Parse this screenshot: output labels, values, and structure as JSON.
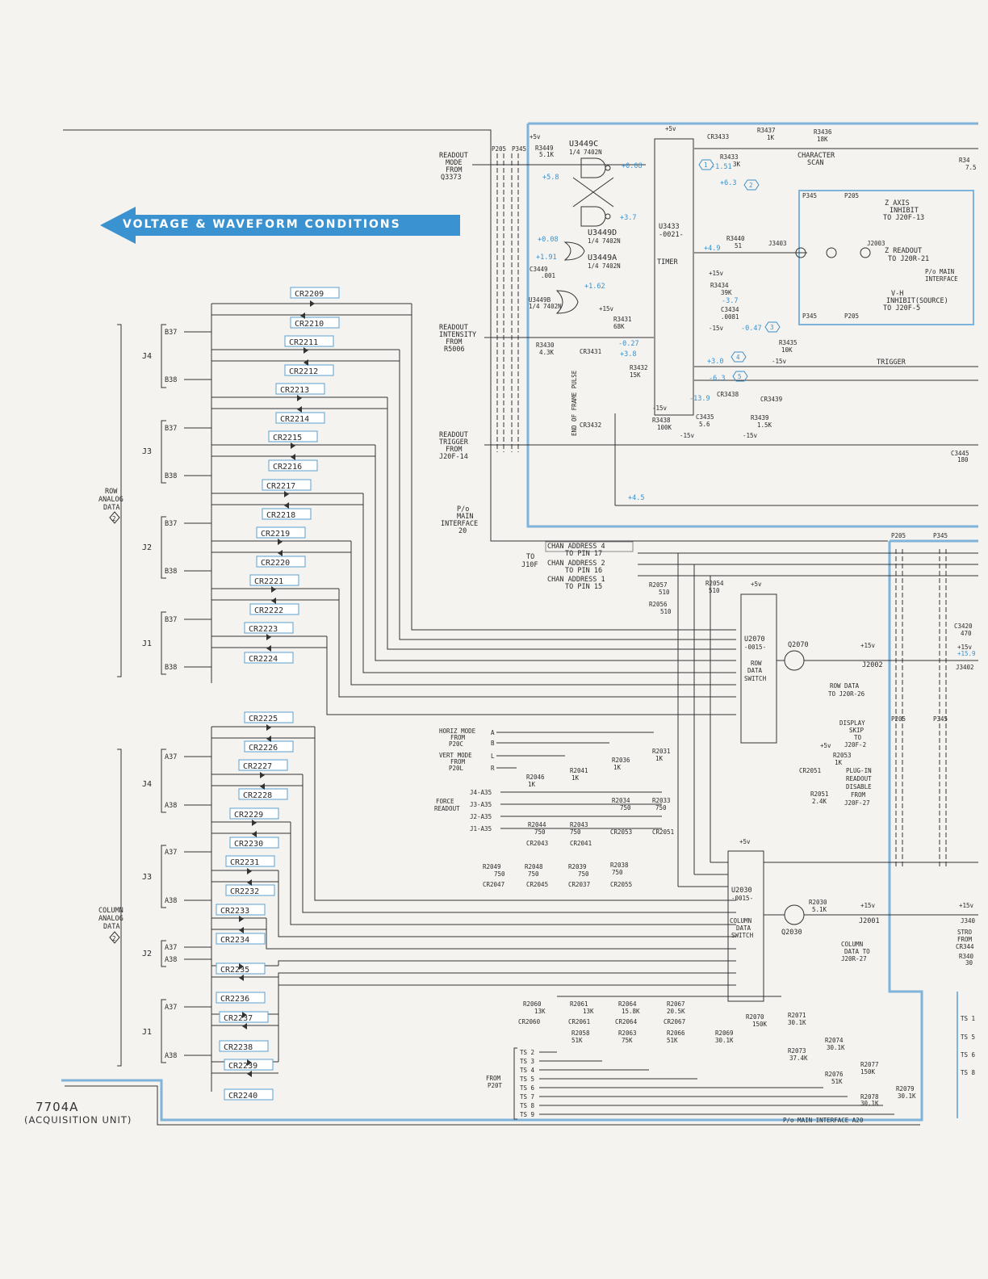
{
  "banner": "VOLTAGE & WAVEFORM CONDITIONS",
  "footer": {
    "model": "7704A",
    "unit": "(ACQUISITION UNIT)"
  },
  "left_labels": {
    "row_analog": [
      "ROW",
      "ANALOG",
      "DATA"
    ],
    "col_analog": [
      "COLUMN",
      "ANALOG",
      "DATA"
    ],
    "ref2": "2",
    "j_row": [
      "J4",
      "J3",
      "J2",
      "J1"
    ],
    "j_col": [
      "J4",
      "J3",
      "J2",
      "J1"
    ],
    "b37": "B37",
    "b38": "B38",
    "a37": "A37",
    "a38": "A38"
  },
  "row_diodes": [
    "CR2209",
    "CR2210",
    "CR2211",
    "CR2212",
    "CR2213",
    "CR2214",
    "CR2215",
    "CR2216",
    "CR2217",
    "CR2218",
    "CR2219",
    "CR2220",
    "CR2221",
    "CR2222",
    "CR2223",
    "CR2224"
  ],
  "col_diodes": [
    "CR2225",
    "CR2226",
    "CR2227",
    "CR2228",
    "CR2229",
    "CR2230",
    "CR2231",
    "CR2232",
    "CR2233",
    "CR2234",
    "CR2235",
    "CR2236",
    "CR2237",
    "CR2238",
    "CR2239",
    "CR2240"
  ],
  "top": {
    "readout_mode": [
      "READOUT",
      "MODE",
      "FROM",
      "Q3373"
    ],
    "readout_intensity": [
      "READOUT",
      "INTENSITY",
      "FROM",
      "R5006"
    ],
    "readout_trigger": [
      "READOUT",
      "TRIGGER",
      "FROM",
      "J20F-14"
    ],
    "main_interface": [
      "P/o",
      "MAIN",
      "INTERFACE",
      "20"
    ],
    "end_of_frame": "END OF FRAME PULSE",
    "p205": "P205",
    "p345": "P345",
    "u3449c": [
      "U3449C",
      "1/4 7402N"
    ],
    "u3449d": [
      "U3449D",
      "1/4 7402N"
    ],
    "u3449a": [
      "U3449A",
      "1/4 7402N"
    ],
    "u3449b": [
      "U3449B",
      "1/4 7402N"
    ],
    "r3449": [
      "R3449",
      "5.1K"
    ],
    "c3449": [
      "C3449",
      ".001"
    ],
    "r3430": [
      "R3430",
      "4.3K"
    ],
    "cr3431": "CR3431",
    "cr3432": "CR3432",
    "r3431": [
      "R3431",
      "68K"
    ],
    "r3432": [
      "R3432",
      "15K"
    ],
    "plus5v": "+5v",
    "plus15v": "+15v",
    "minus15v": "-15v",
    "u3433": [
      "U3433",
      "-0021-",
      "TIMER"
    ],
    "cr3433": "CR3433",
    "r3437": [
      "R3437",
      "1K"
    ],
    "r3436": [
      "R3436",
      "18K"
    ],
    "r3433": [
      "R3433",
      "3K"
    ],
    "char_scan": [
      "CHARACTER",
      "SCAN"
    ],
    "r3440": [
      "R3440",
      "51"
    ],
    "j3403": "J3403",
    "r3434": [
      "R3434",
      "39K"
    ],
    "c3434": [
      "C3434",
      ".0081"
    ],
    "r3435": [
      "R3435",
      "10K"
    ],
    "trigger": "TRIGGER",
    "cr3438": "CR3438",
    "cr3439": "CR3439",
    "r3438": [
      "R3438",
      "100K"
    ],
    "c3435": [
      "C3435",
      "5.6"
    ],
    "r3439": [
      "R3439",
      "1.5K"
    ],
    "c3445": [
      "C3445",
      "180"
    ],
    "z_axis": [
      "Z AXIS",
      "INHIBIT",
      "TO J20F-13"
    ],
    "z_readout": [
      "Z READOUT",
      "TO J20R-21"
    ],
    "po_main": [
      "P/o MAIN",
      "INTERFACE"
    ],
    "vh_inhibit": [
      "V-H",
      "INHIBIT(SOURCE)",
      "TO J20F-5"
    ],
    "j2003": "J2003",
    "r34_partial": [
      "R34",
      "7.5"
    ],
    "voltages": {
      "v1": "+5.8",
      "v2": "+0.08",
      "v3": "+3.7",
      "v4": "+0.08",
      "v5": "+1.91",
      "v6": "+1.62",
      "v7": "-0.27",
      "v8": "+3.8",
      "v9": "-1.51",
      "v10": "+6.3",
      "v11": "+4.9",
      "v12": "-3.7",
      "v13": "-0.47",
      "v14": "+3.0",
      "v15": "-6.3",
      "v16": "-13.9",
      "v17": "+4.5"
    },
    "refs": [
      "1",
      "2",
      "3",
      "4",
      "5"
    ]
  },
  "mid": {
    "chan_addr": [
      [
        "CHAN ADDRESS 4",
        "TO PIN 17"
      ],
      [
        "CHAN ADDRESS 2",
        "TO PIN 16"
      ],
      [
        "CHAN ADDRESS 1",
        "TO PIN 15"
      ]
    ],
    "to_j10f": [
      "TO",
      "J10F"
    ],
    "r2057": [
      "R2057",
      "510"
    ],
    "r2054": [
      "R2054",
      "510"
    ],
    "r2056": [
      "R2056",
      "510"
    ],
    "u2070": [
      "U2070",
      "-0015-",
      "ROW",
      "DATA",
      "SWITCH"
    ],
    "q2070": "Q2070",
    "j2002": "J2002",
    "row_data_to": [
      "ROW DATA",
      "TO J20R-26"
    ],
    "display_skip": [
      "DISPLAY",
      "SKIP",
      "TO",
      "J20F-2"
    ],
    "r2053": [
      "R2053",
      "1K"
    ],
    "cr2051": "CR2051",
    "r2051": [
      "R2051",
      "2.4K"
    ],
    "plugin_readout": [
      "PLUG-IN",
      "READOUT",
      "DISABLE",
      "FROM",
      "J20F-27"
    ],
    "c3420": [
      "C3420",
      "470"
    ],
    "j3402": "J3402",
    "plus15_9": "+15.9",
    "horiz_mode": [
      "HORIZ MODE",
      "FROM",
      "P20C"
    ],
    "vert_mode": [
      "VERT MODE",
      "FROM",
      "P20L"
    ],
    "force_readout": [
      "FORCE",
      "READOUT"
    ],
    "force_lines": [
      "J4-A35",
      "J3-A35",
      "J2-A35",
      "J1-A35"
    ],
    "mode_pins": [
      "A",
      "B",
      "L",
      "R"
    ],
    "r2046": [
      "R2046",
      "1K"
    ],
    "r2041": [
      "R2041",
      "1K"
    ],
    "r2036": [
      "R2036",
      "1K"
    ],
    "r2031": [
      "R2031",
      "1K"
    ],
    "r2044": [
      "R2044",
      "750"
    ],
    "r2043": [
      "R2043",
      "750"
    ],
    "r2034": [
      "R2034",
      "750"
    ],
    "r2033": [
      "R2033",
      "750"
    ],
    "cr2043": "CR2043",
    "cr2041": "CR2041",
    "cr2053": "CR2053",
    "cr2051b": "CR2051",
    "r2049": [
      "R2049",
      "750"
    ],
    "r2048": [
      "R2048",
      "750"
    ],
    "r2039": [
      "R2039",
      "750"
    ],
    "r2038": [
      "R2038",
      "750"
    ],
    "cr2047": "CR2047",
    "cr2045": "CR2045",
    "cr2037": "CR2037",
    "cr2055": "CR2055",
    "u2030": [
      "U2030",
      "-0015-",
      "COLUMN",
      "DATA",
      "SWITCH"
    ],
    "q2030": "Q2030",
    "r2030": [
      "R2030",
      "5.1K"
    ],
    "j2001": "J2001",
    "col_data_to": [
      "COLUMN",
      "DATA TO",
      "J20R-27"
    ],
    "strobe": [
      "STRO",
      "FROM",
      "CR344"
    ],
    "r340": [
      "R340",
      "30"
    ],
    "j340": "J340"
  },
  "bottom": {
    "res_row": [
      [
        "R2060",
        "13K"
      ],
      [
        "R2061",
        "13K"
      ],
      [
        "R2064",
        "15.8K"
      ],
      [
        "R2067",
        "20.5K"
      ]
    ],
    "cr_row": [
      "CR2060",
      "CR2061",
      "CR2064",
      "CR2067"
    ],
    "res_row2": [
      [
        "R2058",
        "51K"
      ],
      [
        "R2063",
        "75K"
      ],
      [
        "R2066",
        "51K"
      ],
      [
        "R2069",
        "30.1K"
      ]
    ],
    "r2070": [
      "R2070",
      "150K"
    ],
    "r2071": [
      "R2071",
      "30.1K"
    ],
    "r2073": [
      "R2073",
      "37.4K"
    ],
    "r2074": [
      "R2074",
      "30.1K"
    ],
    "r2076": [
      "R2076",
      "51K"
    ],
    "r2077": [
      "R2077",
      "150K"
    ],
    "r2078": [
      "R2078",
      "30.1K"
    ],
    "r2079": [
      "R2079",
      "30.1K"
    ],
    "ts_lines": [
      "TS 2",
      "TS 3",
      "TS 4",
      "TS 5",
      "TS 6",
      "TS 7",
      "TS 8",
      "TS 9"
    ],
    "from_p20t": [
      "FROM",
      "P20T"
    ],
    "main_interface": "P/o MAIN INTERFACE A20",
    "ts_right": [
      "TS 1",
      "TS 5",
      "TS 6",
      "TS 8"
    ]
  }
}
